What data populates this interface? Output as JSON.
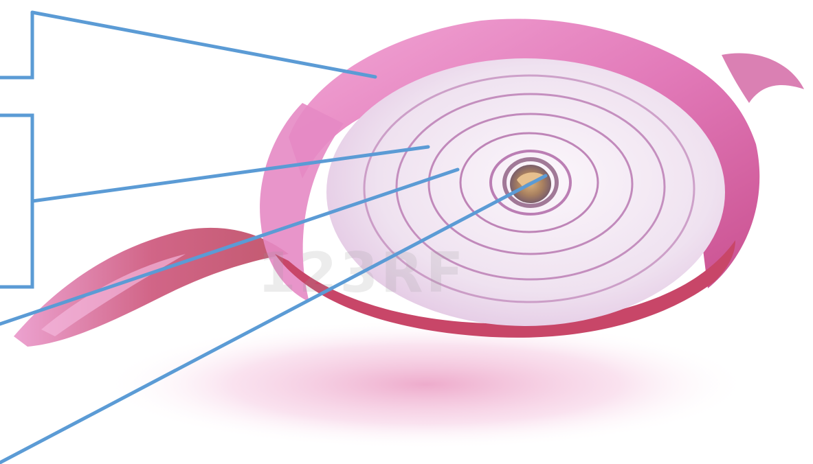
{
  "figure": {
    "subject": "onion-half-diagram",
    "watermark_text": "123RF",
    "colors": {
      "leader_line": "#5b9bd5",
      "outer_skin": "#e783c2",
      "dry_skin": "#c9476e",
      "flesh": "#f1e6f2",
      "ring": "#b06aa8",
      "core": "#c8a06a"
    }
  },
  "labels": [
    {
      "id": "label-box-1",
      "text": ""
    },
    {
      "id": "label-box-2",
      "text": ""
    },
    {
      "id": "label-3",
      "text": ""
    },
    {
      "id": "label-4",
      "text": ""
    }
  ]
}
